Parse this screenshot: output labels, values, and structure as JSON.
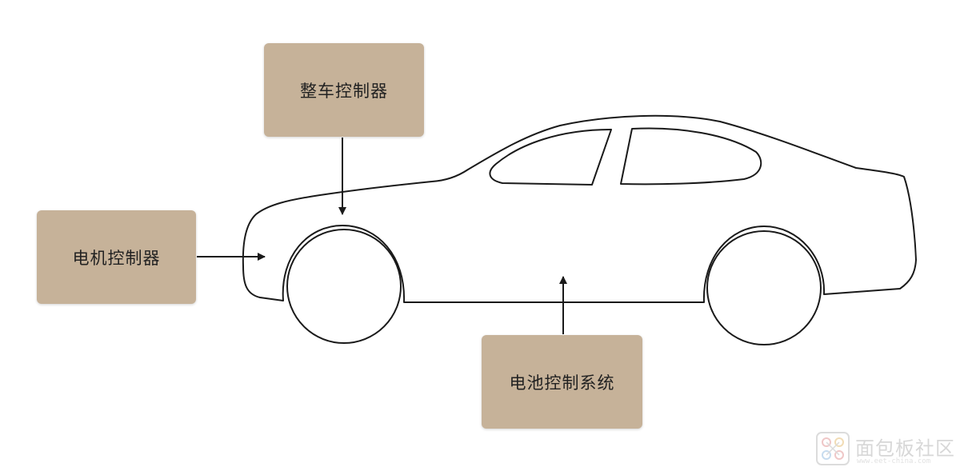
{
  "labels": {
    "vehicle_controller": "整车控制器",
    "motor_controller": "电机控制器",
    "battery_management": "电池控制系统"
  },
  "watermark": {
    "text": "面包板社区",
    "url": "www.eet-china.com"
  },
  "colors": {
    "box_fill": "#c6b299",
    "line": "#1a1a1a",
    "background": "#ffffff"
  }
}
